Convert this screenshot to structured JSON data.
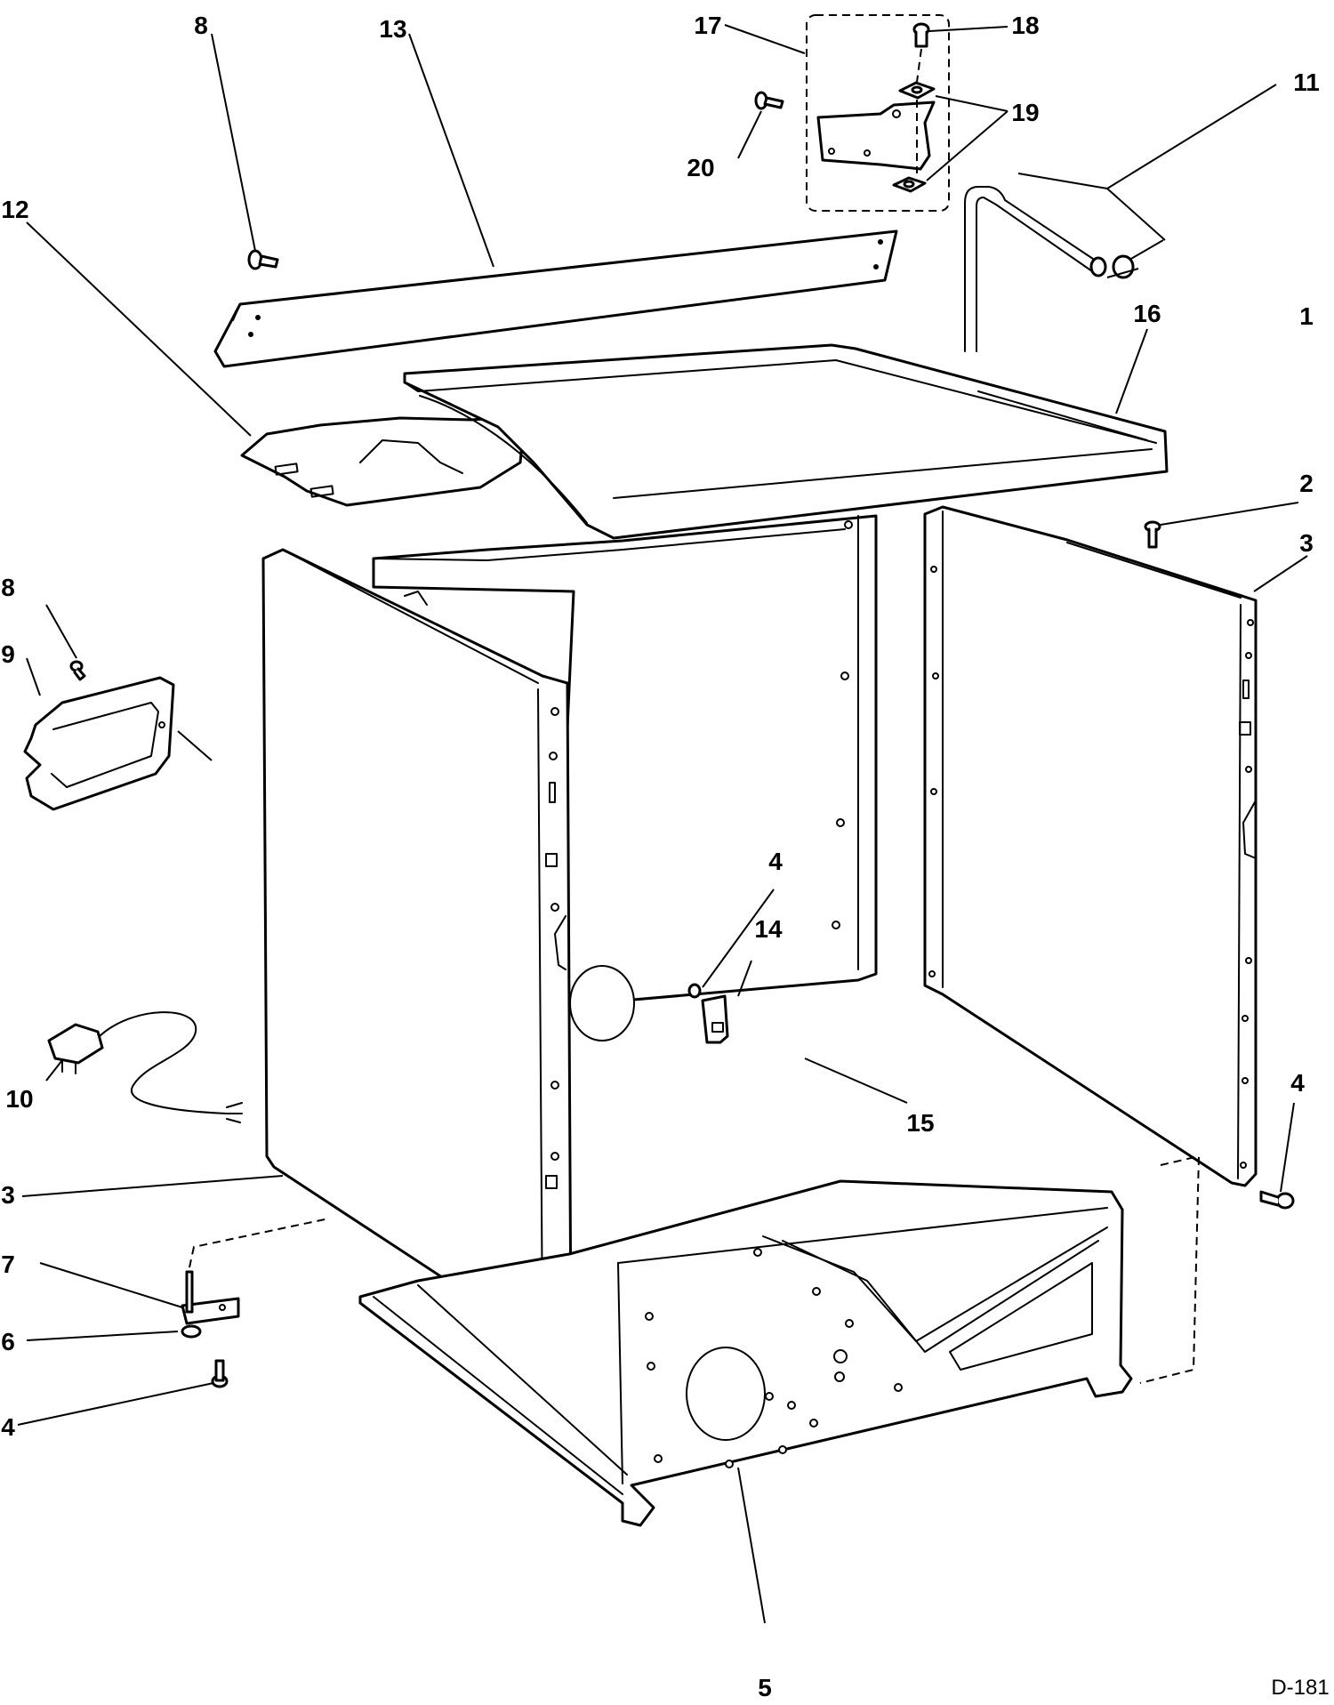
{
  "diagram": {
    "document_id": "D-181",
    "callouts": {
      "c1": "1",
      "c2": "2",
      "c3_right": "3",
      "c3_left": "3",
      "c4_center": "4",
      "c4_right": "4",
      "c4_left": "4",
      "c5": "5",
      "c6": "6",
      "c7": "7",
      "c8_top": "8",
      "c8_left": "8",
      "c9": "9",
      "c10": "10",
      "c11": "11",
      "c12": "12",
      "c13": "13",
      "c14": "14",
      "c15": "15",
      "c16": "16",
      "c17": "17",
      "c18": "18",
      "c19": "19",
      "c20": "20"
    }
  }
}
